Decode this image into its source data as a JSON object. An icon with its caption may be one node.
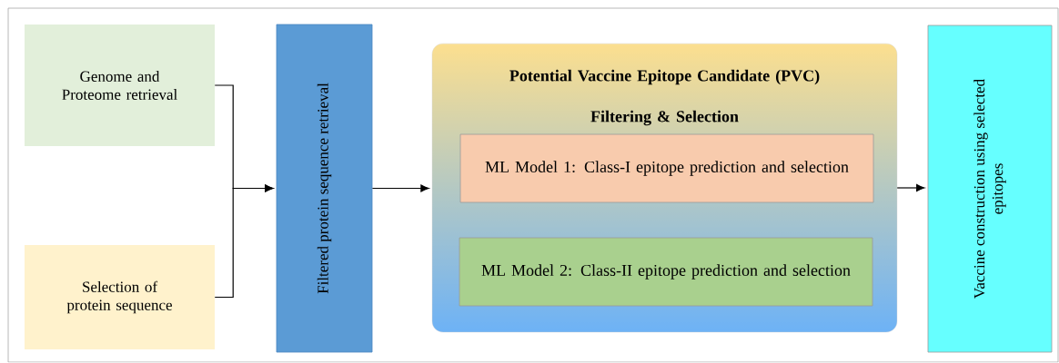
{
  "diagram": {
    "nodes": [
      {
        "text": [
          "Genome and Proteome retrieval"
        ]
      },
      {
        "text": [
          "Selection of protein sequence"
        ]
      },
      {
        "text": [
          "Filtered protein sequence retrieval"
        ]
      },
      {
        "text": [
          "Potential Vaccine Epitope Candidate (PVC)",
          "Filtering & Selection"
        ]
      },
      {
        "text": [
          "ML Model 1: Class-I epitope prediction and selection"
        ],
        "in": 3
      },
      {
        "text": [
          "ML Model 2: Class-II epitope prediction and selection"
        ],
        "in": 3
      },
      {
        "text": [
          "Vaccine construction using selected epitopes"
        ]
      }
    ],
    "edges": [
      {
        "from": 0,
        "to": 2,
        "arrow": "to"
      },
      {
        "from": 1,
        "to": 2,
        "arrow": "to"
      },
      {
        "from": 2,
        "to": 3,
        "arrow": "to"
      },
      {
        "from": 3,
        "to": 6,
        "arrow": "to"
      }
    ]
  }
}
